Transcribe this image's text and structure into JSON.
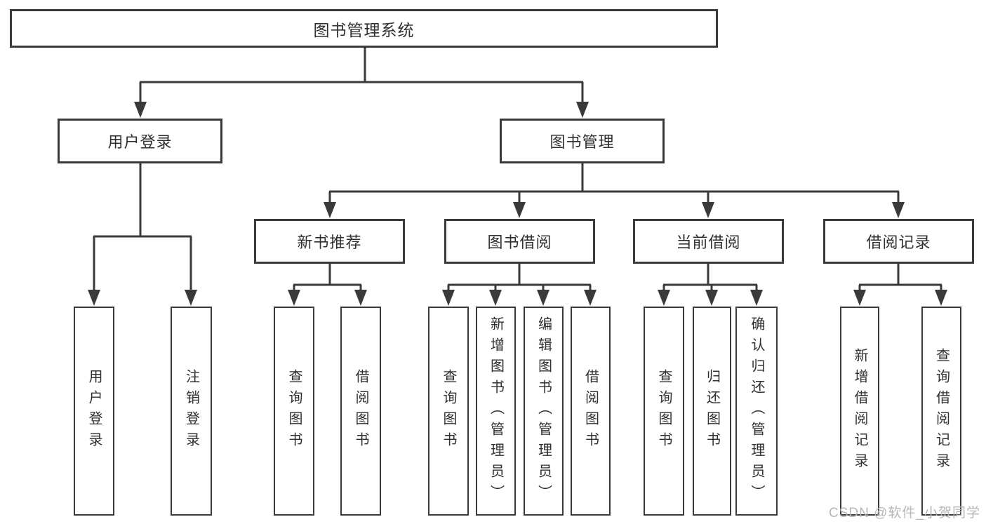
{
  "colors": {
    "line": "#3a3a3a",
    "box_border": "#3a3a3a",
    "box_fill": "#ffffff",
    "text": "#2f2f2f",
    "watermark": "#b7b7b7",
    "background": "#ffffff"
  },
  "watermark": {
    "text": "CSDN @软件_小贺同学"
  },
  "diagram": {
    "root": {
      "label": "图书管理系统"
    },
    "level2": [
      {
        "label": "用户登录"
      },
      {
        "label": "图书管理"
      }
    ],
    "level3": [
      {
        "label": "新书推荐"
      },
      {
        "label": "图书借阅"
      },
      {
        "label": "当前借阅"
      },
      {
        "label": "借阅记录"
      }
    ],
    "leaves": {
      "user_login": [
        {
          "label": "用户登录"
        },
        {
          "label": "注销登录"
        }
      ],
      "new_books": [
        {
          "label": "查询图书"
        },
        {
          "label": "借阅图书"
        }
      ],
      "borrow": [
        {
          "label": "查询图书"
        },
        {
          "label": "新增图书（管理员）"
        },
        {
          "label": "编辑图书（管理员）"
        },
        {
          "label": "借阅图书"
        }
      ],
      "current": [
        {
          "label": "查询图书"
        },
        {
          "label": "归还图书"
        },
        {
          "label": "确认归还（管理员）"
        }
      ],
      "records": [
        {
          "label": "新增借阅记录"
        },
        {
          "label": "查询借阅记录"
        }
      ]
    }
  }
}
